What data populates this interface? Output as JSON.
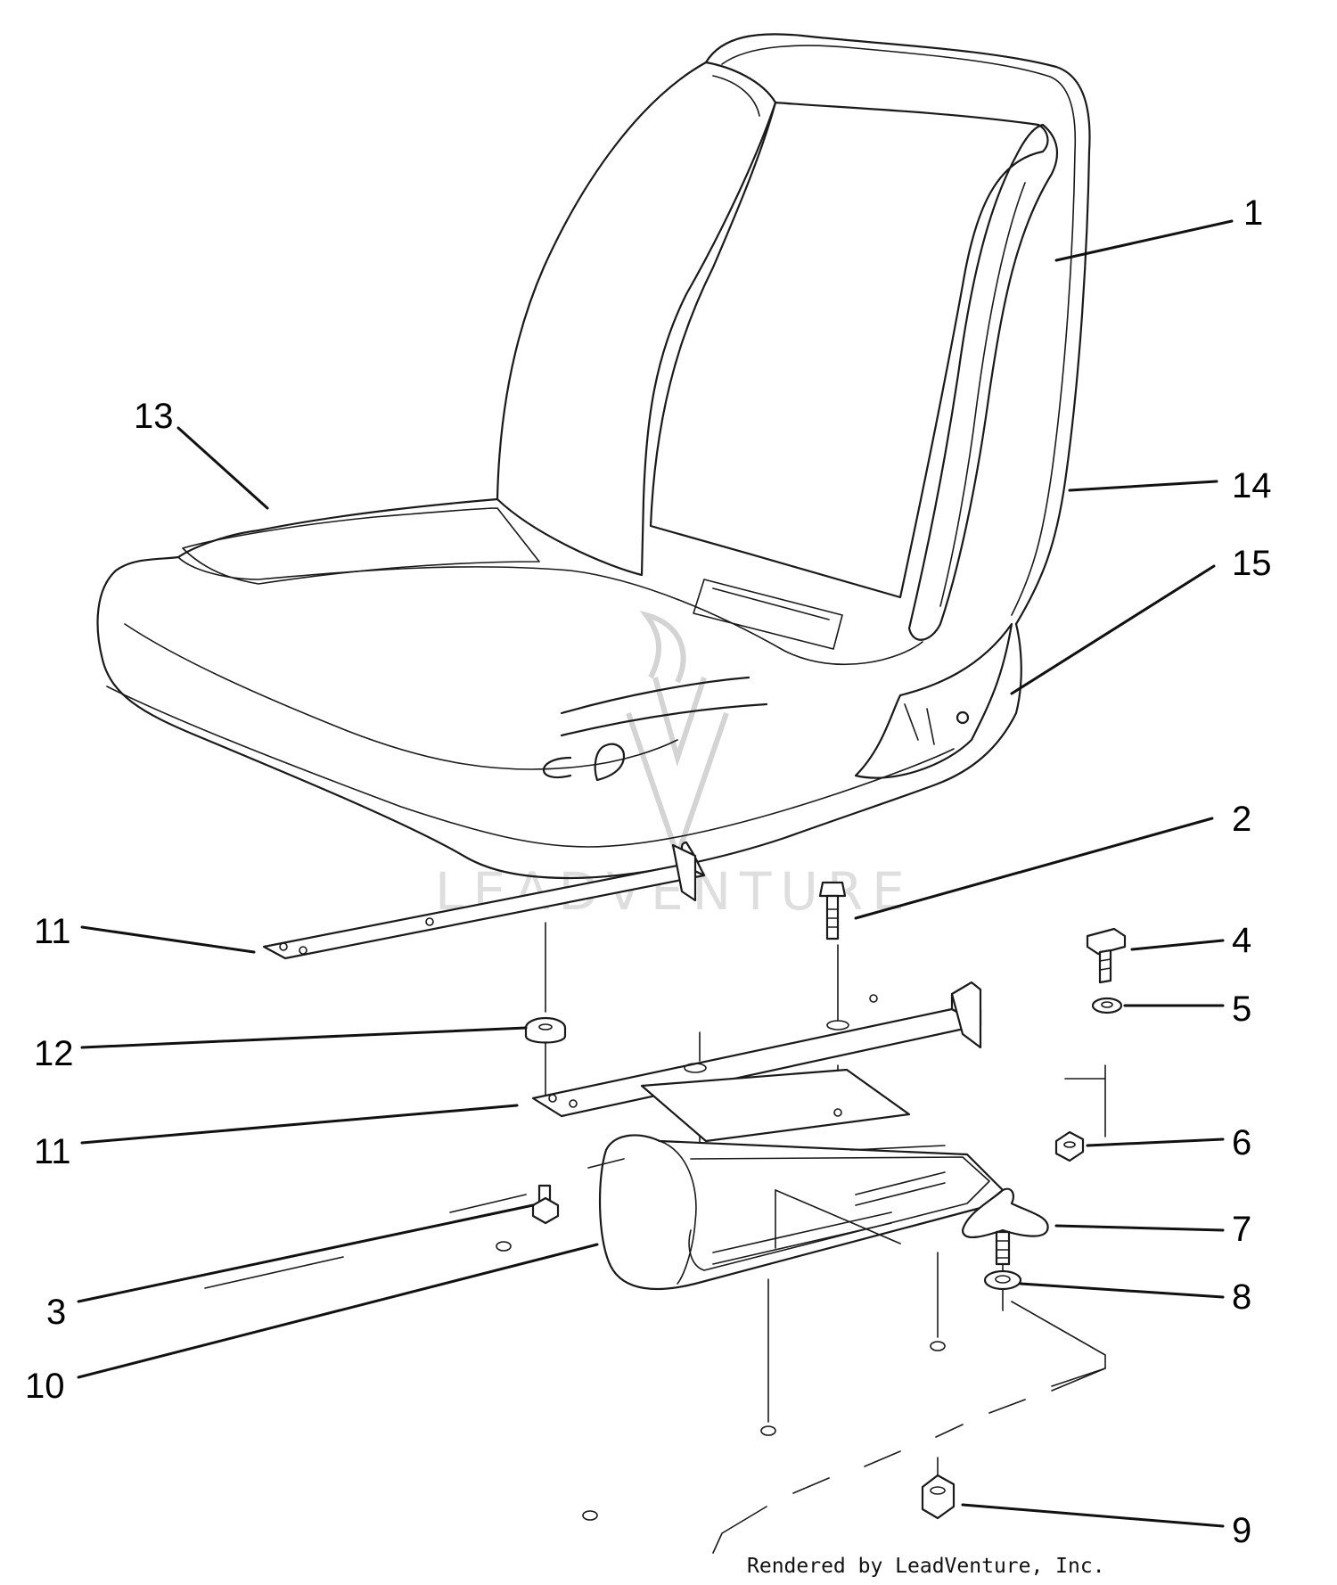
{
  "callouts": [
    {
      "id": "1",
      "label": "1"
    },
    {
      "id": "2",
      "label": "2"
    },
    {
      "id": "3",
      "label": "3"
    },
    {
      "id": "4",
      "label": "4"
    },
    {
      "id": "5",
      "label": "5"
    },
    {
      "id": "6",
      "label": "6"
    },
    {
      "id": "7",
      "label": "7"
    },
    {
      "id": "8",
      "label": "8"
    },
    {
      "id": "9",
      "label": "9"
    },
    {
      "id": "10",
      "label": "10"
    },
    {
      "id": "11a",
      "label": "11"
    },
    {
      "id": "11b",
      "label": "11"
    },
    {
      "id": "12",
      "label": "12"
    },
    {
      "id": "13",
      "label": "13"
    },
    {
      "id": "14",
      "label": "14"
    },
    {
      "id": "15",
      "label": "15"
    }
  ],
  "watermark": {
    "text": "LEADVENTURE"
  },
  "footer": {
    "text": "Rendered by LeadVenture, Inc."
  }
}
